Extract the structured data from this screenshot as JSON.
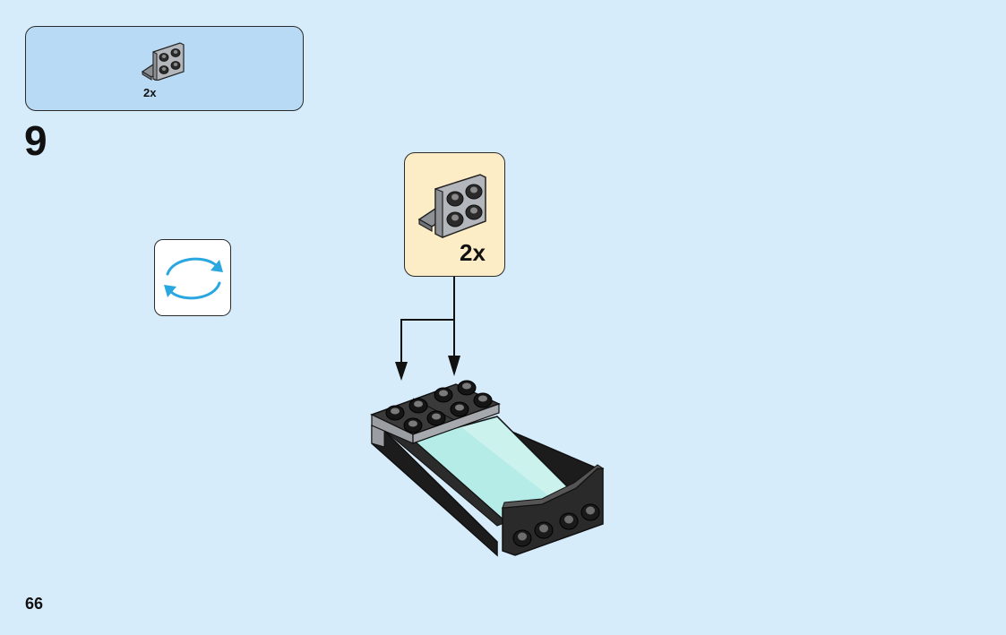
{
  "parts_list": {
    "items": [
      {
        "part_name": "bracket-plate-icon",
        "quantity": "2x"
      }
    ]
  },
  "step": {
    "number": "9"
  },
  "rotate_model": {
    "icon": "rotate-arrows-icon",
    "arrow_color": "#2aa7e0"
  },
  "callout": {
    "part_name": "bracket-plate-icon",
    "quantity": "2x",
    "background": "#fdedc6"
  },
  "page": {
    "number": "66",
    "background": "#d6ecfb"
  }
}
